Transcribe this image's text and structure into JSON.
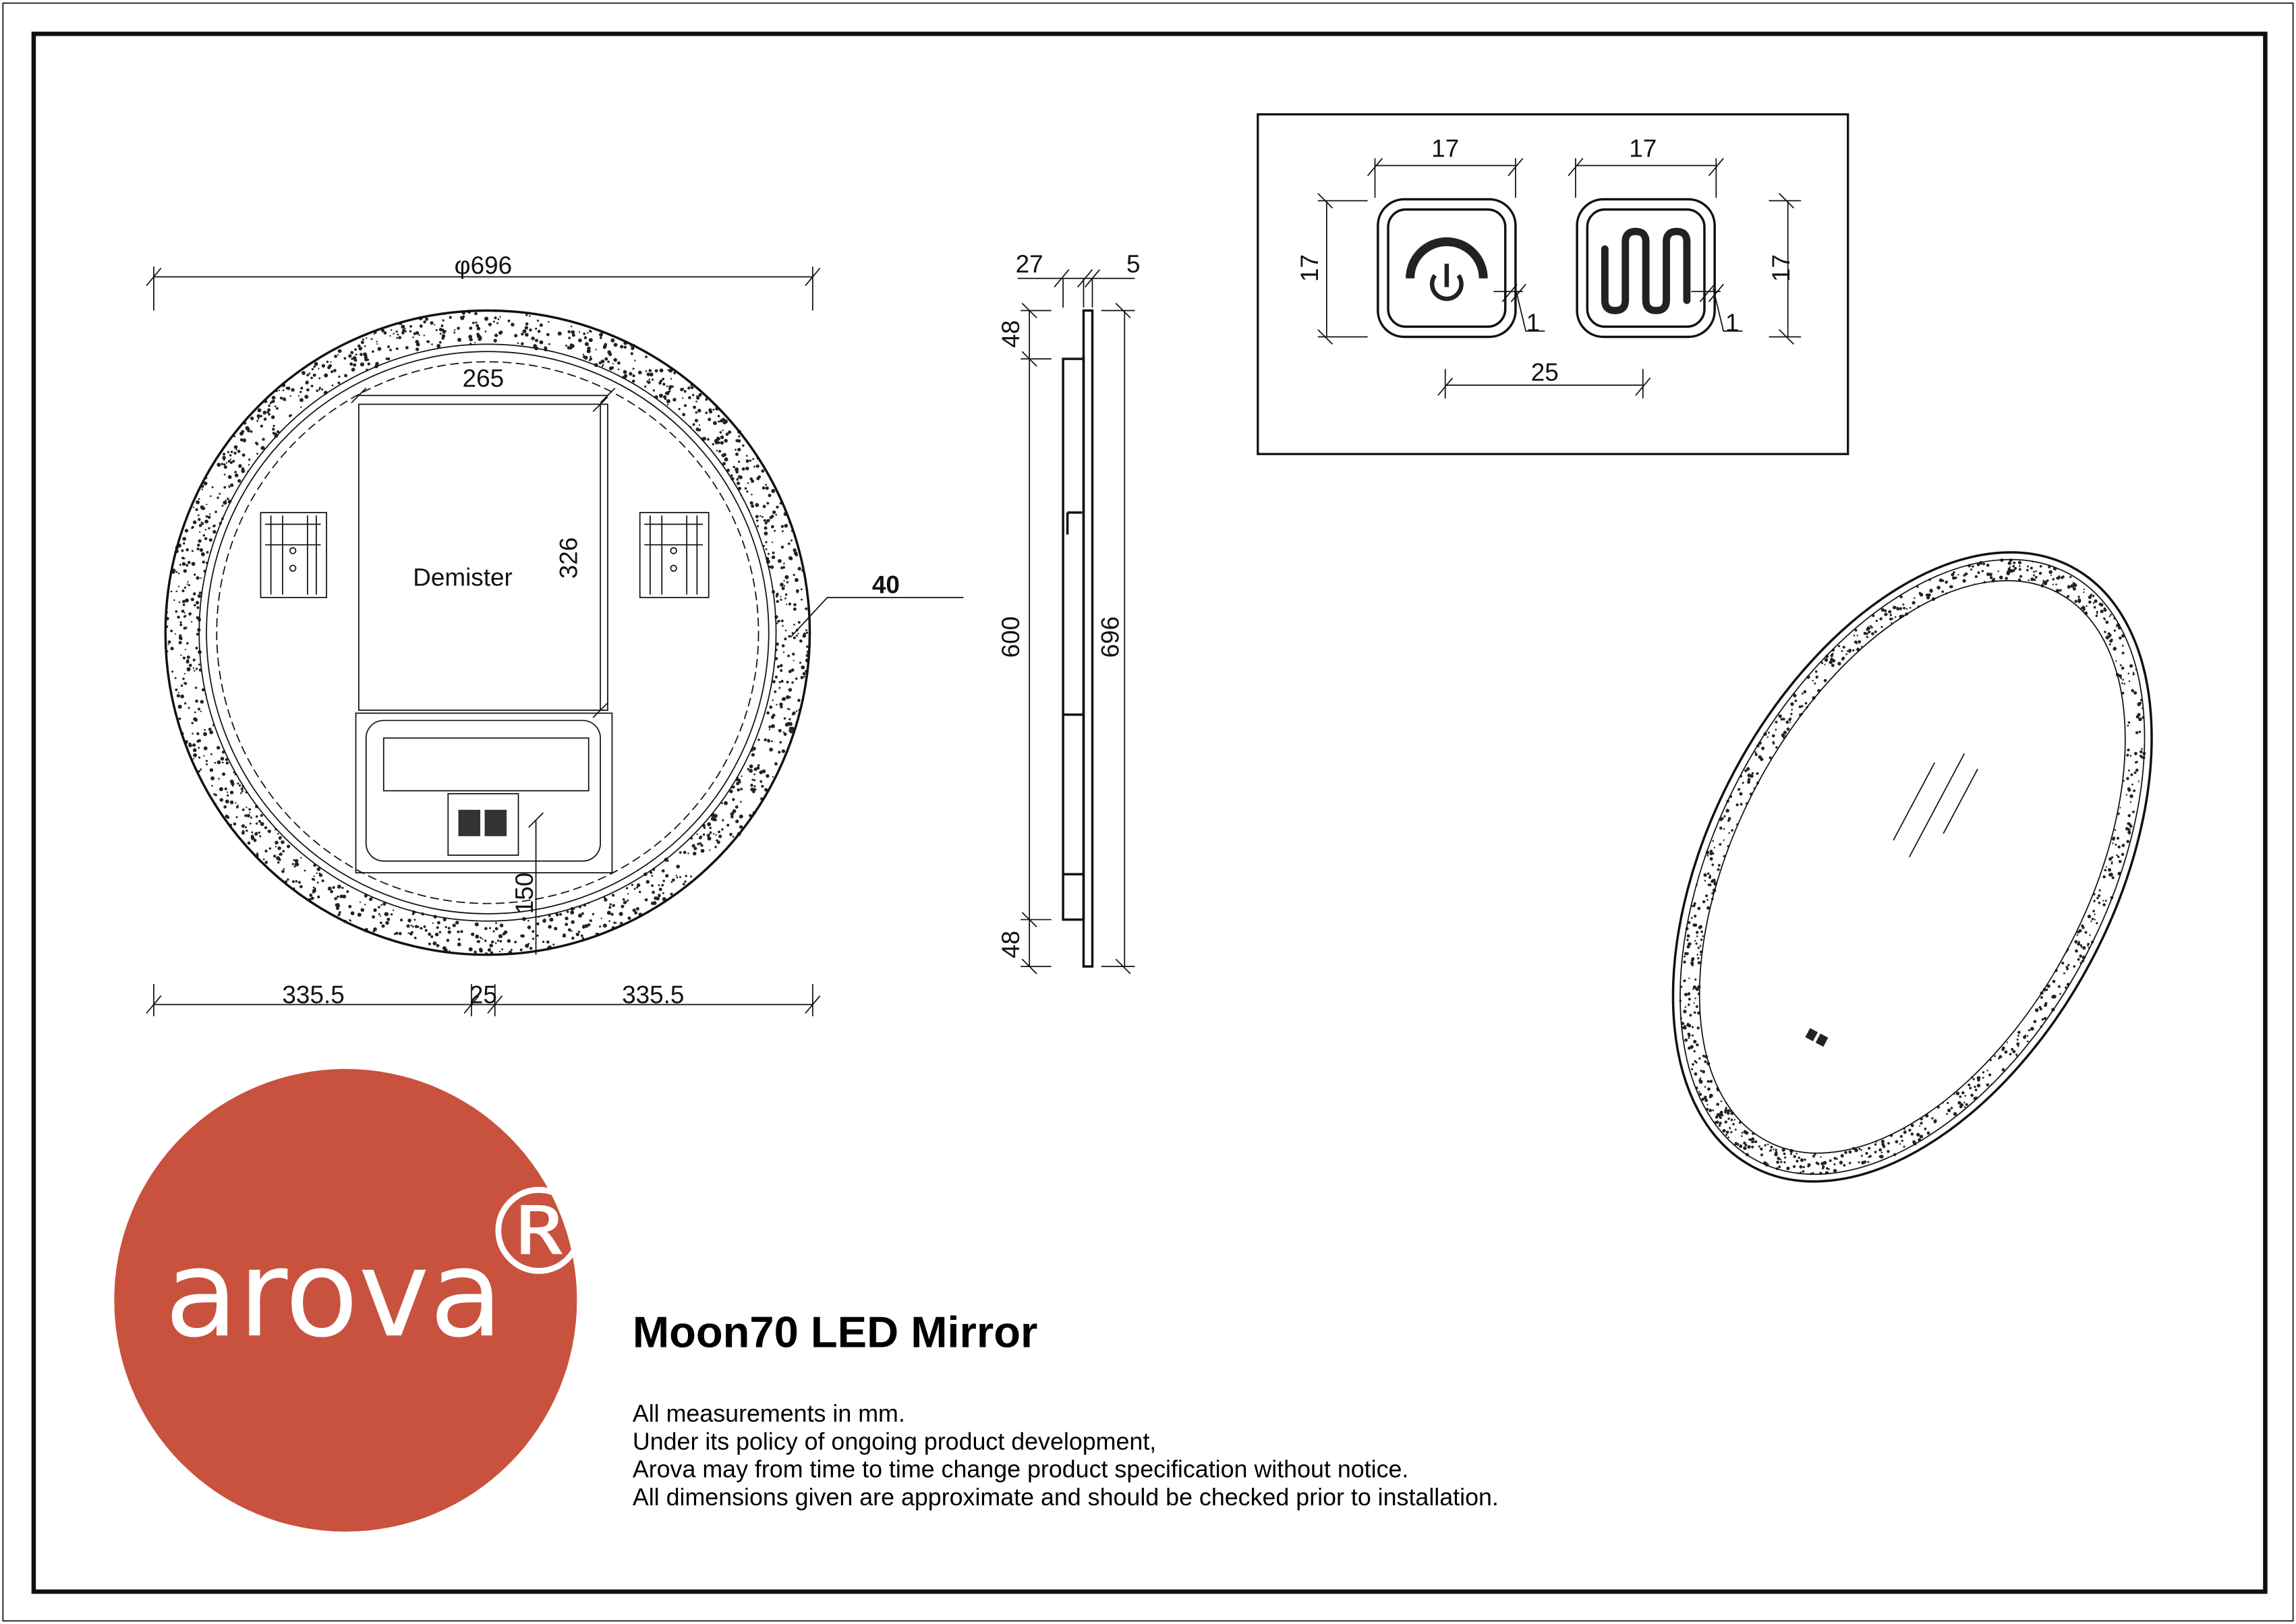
{
  "brand": {
    "logo_text": "arova",
    "registered_mark": "®",
    "logo_color": "#C8523D"
  },
  "product": {
    "title": "Moon70 LED Mirror"
  },
  "notes": [
    "All measurements in mm.",
    "Under its policy of ongoing product development,",
    "Arova may from time to time change product specification without notice.",
    "All dimensions given are approximate and should be checked prior to installation."
  ],
  "front_view": {
    "diameter": "φ696",
    "demister_label": "Demister",
    "demister_width": "265",
    "demister_height": "326",
    "switch_offset": "150",
    "frame_width": "40",
    "bottom_left": "335.5",
    "bottom_center": "25",
    "bottom_right": "335.5"
  },
  "side_view": {
    "depth": "27",
    "glass": "5",
    "top_margin": "48",
    "box_height": "600",
    "bottom_margin": "48",
    "overall_height": "696"
  },
  "control_panel": {
    "buttons": [
      {
        "icon": "power-dimmer-icon",
        "width": "17",
        "height": "17",
        "border": "1"
      },
      {
        "icon": "demister-heater-icon",
        "width": "17",
        "height": "17",
        "border": "1"
      }
    ],
    "spacing": "25"
  }
}
